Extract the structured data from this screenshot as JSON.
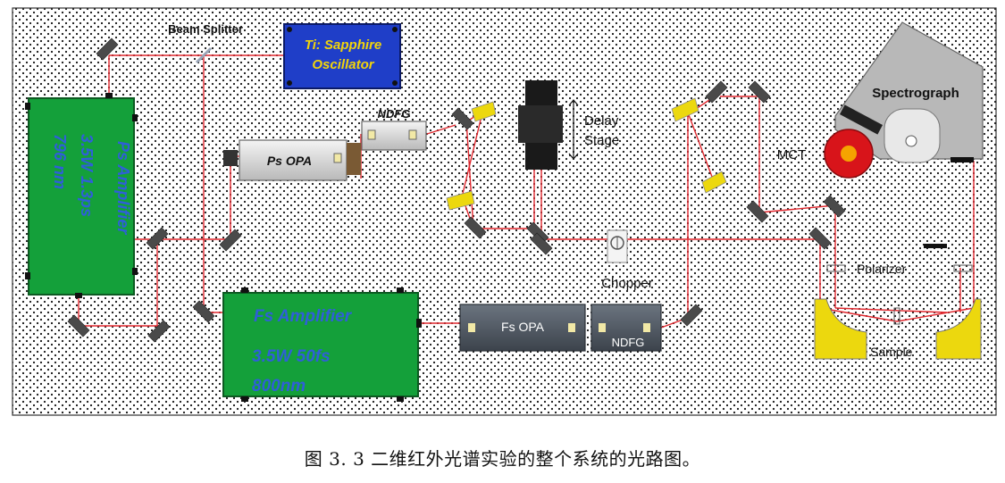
{
  "labels": {
    "beam_splitter": "Beam Splitter",
    "oscillator_line1": "Ti: Sapphire",
    "oscillator_line2": "Oscillator",
    "ps_amp_title": "Ps Amplifier",
    "ps_amp_power": "3.5W  1.3ps",
    "ps_amp_wavelength": "796 nm",
    "ndfg_top": "NDFG",
    "ps_opa": "Ps OPA",
    "delay_line1": "Delay",
    "delay_line2": "Stage",
    "spectrograph": "Spectrograph",
    "mct": "MCT",
    "chopper": "Chopper",
    "polarizer": "Polarizer",
    "sample": "Sample",
    "fs_amp_title": "Fs Amplifier",
    "fs_amp_power": "3.5W  50fs",
    "fs_amp_wavelength": "800nm",
    "fs_opa": "Fs OPA",
    "ndfg_bottom": "NDFG"
  },
  "caption": "图 3. 3 二维红外光谱实验的整个系统的光路图。",
  "colors": {
    "beam": "#e0262d",
    "green_box": "#14a03a",
    "blue_box": "#1f3ec8",
    "dark_box": "#4a5360",
    "mirror_yellow": "#ecd80e",
    "label_blue": "#2f5fd8",
    "oscillator_text": "#f2d40a",
    "mct_red": "#d8141a"
  }
}
